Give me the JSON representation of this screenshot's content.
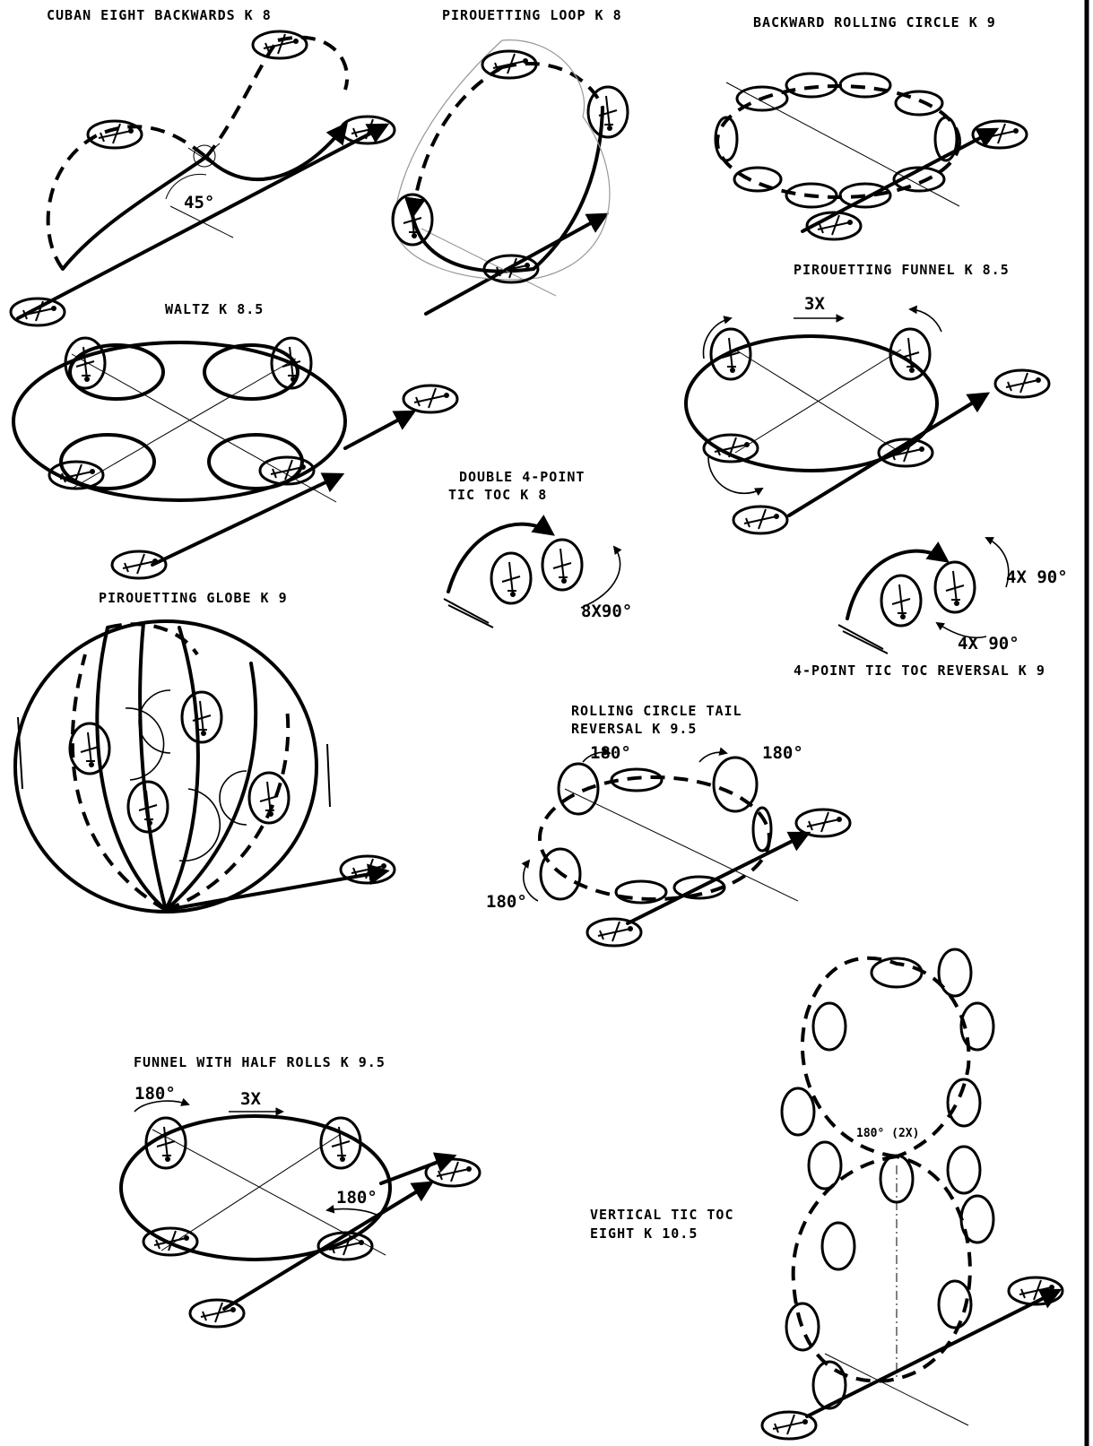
{
  "figures": {
    "cuban_eight": {
      "title": "CUBAN EIGHT BACKWARDS  K 8",
      "angle": "45°"
    },
    "pirouetting_loop": {
      "title": "PIROUETTING LOOP  K 8"
    },
    "backward_rolling_circle": {
      "title": "BACKWARD ROLLING CIRCLE  K 9"
    },
    "pirouetting_funnel": {
      "title": "PIROUETTING FUNNEL  K 8.5",
      "repeat": "3X"
    },
    "waltz": {
      "title": "WALTZ  K 8.5"
    },
    "double_tic_toc": {
      "title_line1": "DOUBLE 4-POINT",
      "title_line2": "TIC TOC  K 8",
      "rotation": "8X90°"
    },
    "tic_toc_reversal": {
      "title": "4-POINT TIC TOC REVERSAL  K 9",
      "rotation_top": "4X 90°",
      "rotation_bottom": "4X 90°"
    },
    "pirouetting_globe": {
      "title": "PIROUETTING GLOBE  K 9"
    },
    "rolling_circle_tail_reversal": {
      "title_line1": "ROLLING CIRCLE TAIL",
      "title_line2": "REVERSAL  K 9.5",
      "rot_a": "180°",
      "rot_b": "180°",
      "rot_c": "180°"
    },
    "funnel_half_rolls": {
      "title": "FUNNEL WITH HALF ROLLS  K 9.5",
      "rot_a": "180°",
      "repeat": "3X",
      "rot_b": "180°"
    },
    "vertical_tic_toc_eight": {
      "title_line1": "VERTICAL TIC TOC",
      "title_line2": "EIGHT  K 10.5",
      "rotation": "180° (2X)"
    }
  }
}
